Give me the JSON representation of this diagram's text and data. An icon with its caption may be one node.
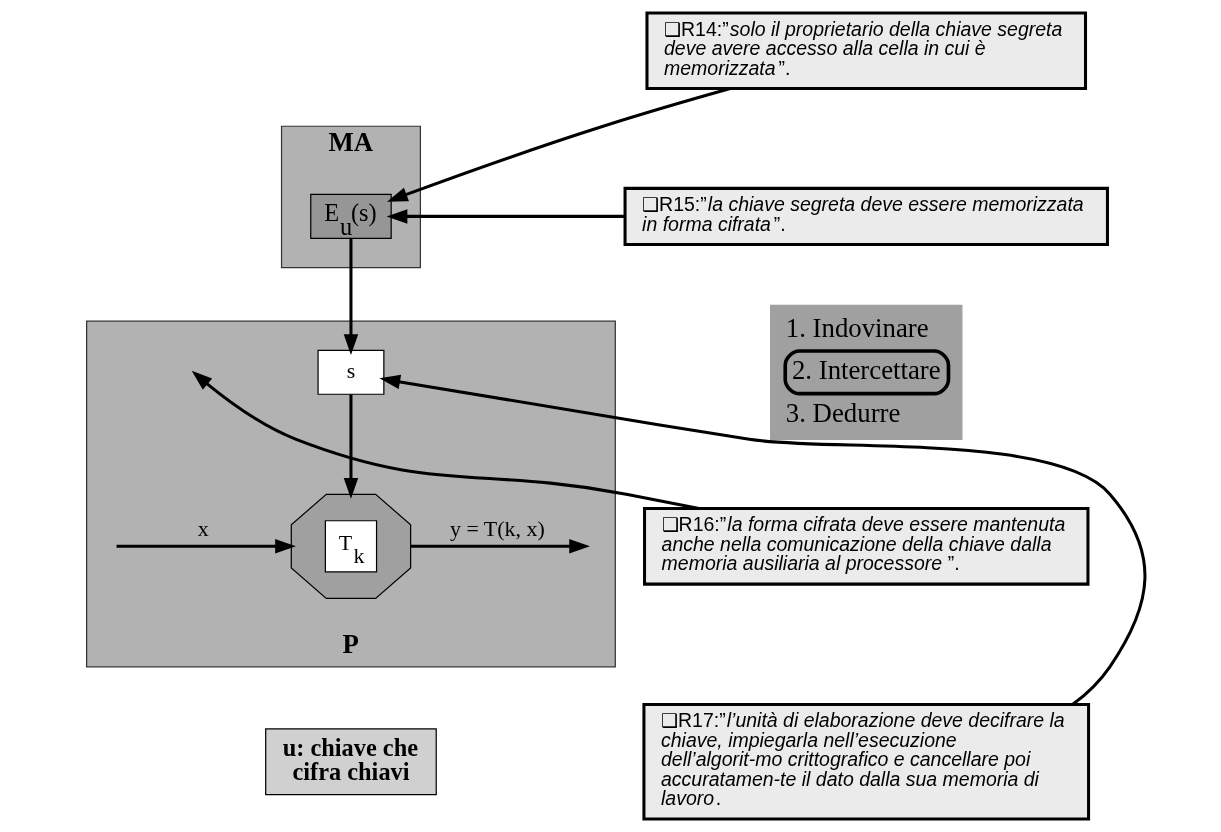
{
  "diagram": {
    "nodes": [
      {
        "text": [
          "MA"
        ]
      },
      {
        "text": [
          "E$_{u}$(s)"
        ],
        "in": 0
      },
      {
        "text": [
          "P"
        ]
      },
      {
        "text": [
          "s"
        ],
        "in": 2
      },
      {
        "text": [
          "T$_{k}$"
        ],
        "in": 2
      },
      {
        "text": [
          "❑R14:”*solo il proprietario della chiave segreta deve avere accesso alla cella in cui è memorizzata*”."
        ]
      },
      {
        "text": [
          "❑R15:”*la chiave segreta deve essere memorizzata in forma cifrata*”."
        ]
      },
      {
        "text": [
          "1. Indovinare",
          "2. Intercettare",
          "3. Dedurre"
        ]
      },
      {
        "text": [
          "❑R16:”*la forma cifrata deve essere mantenuta anche nella comunicazione della chiave dalla memoria ausiliaria al processore*”."
        ]
      },
      {
        "text": [
          "❑R17:”*l’unità di elaborazione deve decifrare la chiave, impiegarla nell’esecuzione dell’algorit-mo crittografico e cancellare poi accuratamen-te il dato dalla sua memoria di lavoro*."
        ]
      },
      {
        "text": [
          "u: chiave che cifra chiavi"
        ]
      }
    ],
    "edges": [
      {
        "from": 5,
        "to": 1,
        "arrow": "to"
      },
      {
        "from": 6,
        "to": 1,
        "arrow": "to"
      },
      {
        "from": 1,
        "to": 3,
        "arrow": "to"
      },
      {
        "from": 8,
        "to": null,
        "arrow": "to"
      },
      {
        "from": 9,
        "to": 3,
        "arrow": "to"
      },
      {
        "from": 3,
        "to": 4,
        "arrow": "to"
      },
      {
        "from": null,
        "to": 4,
        "arrow": "to",
        "label": "x"
      },
      {
        "from": 4,
        "to": null,
        "arrow": "to",
        "label": "y = T(k, x)"
      }
    ]
  }
}
